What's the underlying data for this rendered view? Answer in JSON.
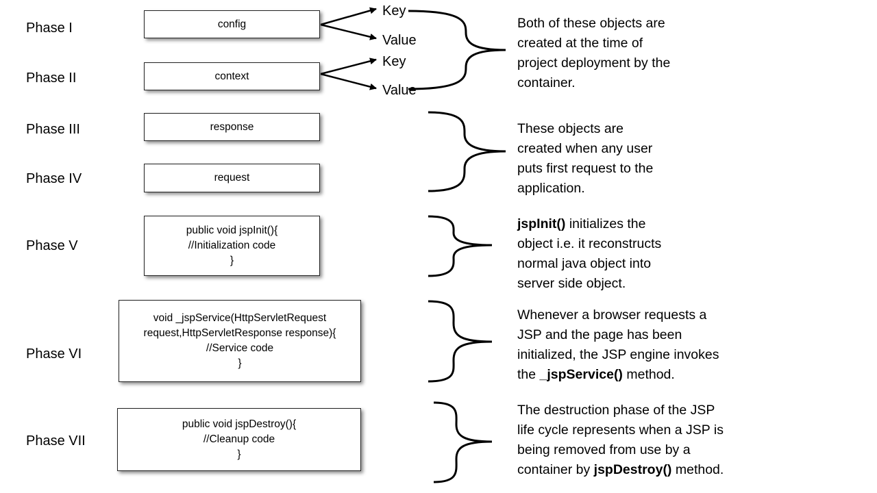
{
  "phases": [
    {
      "label": "Phase I"
    },
    {
      "label": "Phase II"
    },
    {
      "label": "Phase III"
    },
    {
      "label": "Phase IV"
    },
    {
      "label": "Phase V"
    },
    {
      "label": "Phase VI"
    },
    {
      "label": "Phase VII"
    }
  ],
  "boxes": {
    "config": [
      "config"
    ],
    "context": [
      "context"
    ],
    "response": [
      "response"
    ],
    "request": [
      "request"
    ],
    "jspInit": [
      "public void jspInit(){",
      "//Initialization code",
      "}"
    ],
    "jspService": [
      "void _jspService(HttpServletRequest",
      "request,HttpServletResponse response){",
      "//Service code",
      "}"
    ],
    "jspDestroy": [
      "public void jspDestroy(){",
      "//Cleanup code",
      "}"
    ]
  },
  "kv": {
    "config_key": "Key",
    "config_value": "Value",
    "context_key": "Key",
    "context_value": "Value"
  },
  "descriptions": {
    "d1": [
      "Both of these objects are",
      "created at the time of",
      "project deployment by the",
      "container."
    ],
    "d2": [
      "These objects are",
      "created when any user",
      "puts first request to the",
      "application."
    ],
    "d3": {
      "l1_bold": "jspInit()",
      "l1_rest": " initializes the",
      "l2": "object i.e. it reconstructs",
      "l3": "normal java object into",
      "l4": "server side object."
    },
    "d4": {
      "l1": "Whenever a browser requests a",
      "l2": "JSP and the page has been",
      "l3": "initialized, the JSP engine invokes",
      "l4_pre": "the ",
      "l4_bold": "_jspService()",
      "l4_post": " method."
    },
    "d5": {
      "l1": "The destruction phase of the JSP",
      "l2": "life cycle represents when a JSP is",
      "l3": "being removed from use by a",
      "l4_pre": "container by ",
      "l4_bold": "jspDestroy()",
      "l4_post": " method."
    }
  }
}
